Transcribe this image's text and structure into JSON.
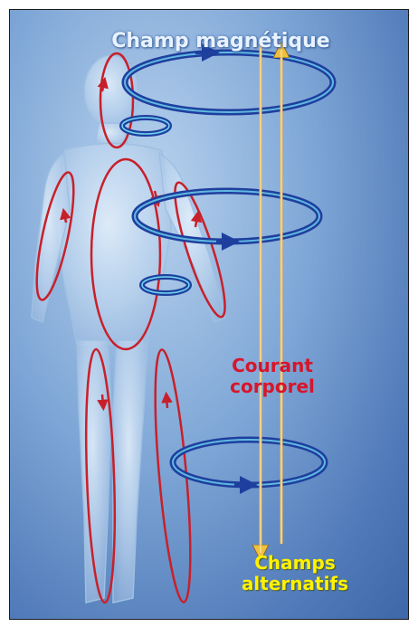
{
  "labels": {
    "magnetic_field": "Champ magnétique",
    "body_current_line1": "Courant",
    "body_current_line2": "corporel",
    "alternating_fields_line1": "Champs",
    "alternating_fields_line2": "alternatifs"
  },
  "colors": {
    "background": "#6f99d0",
    "body": "#cfe3f5",
    "current_loop": "#c8202a",
    "magnetic_loop": "#1f3f9e",
    "field_line": "#e0a030",
    "title": "#e9f2ff",
    "courant": "#d8152a",
    "champs": "#fff200"
  }
}
